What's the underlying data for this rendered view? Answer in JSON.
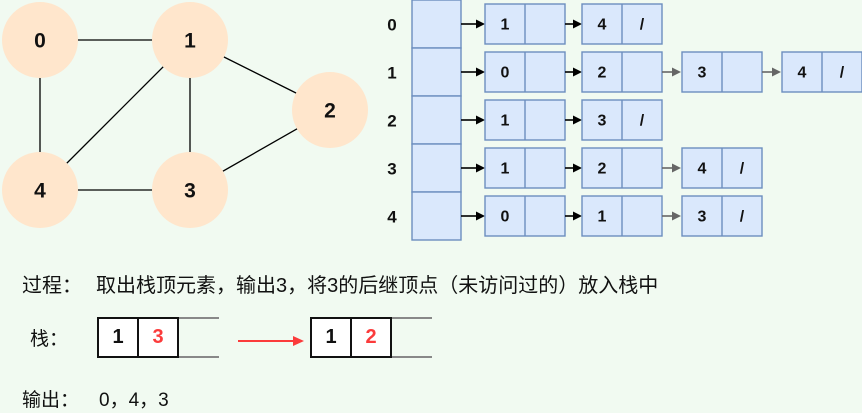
{
  "colors": {
    "background": "#f1faf1",
    "graph_node_fill": "#ffe6cc",
    "list_cell_fill": "#dae8fc",
    "list_cell_border": "#6c8ebf",
    "highlight_red": "#fb3b3b",
    "gray_arrow": "#666666",
    "stack_rail_gray": "#888888"
  },
  "graph": {
    "nodes": [
      {
        "label": "0"
      },
      {
        "label": "1"
      },
      {
        "label": "2"
      },
      {
        "label": "3"
      },
      {
        "label": "4"
      }
    ],
    "edges": [
      "0-1",
      "0-4",
      "1-2",
      "1-3",
      "1-4",
      "2-3",
      "3-4"
    ]
  },
  "adjacency_list": {
    "rows": [
      {
        "label": "0",
        "nodes": [
          {
            "value": "1",
            "next": ""
          },
          {
            "value": "4",
            "next": "/"
          }
        ]
      },
      {
        "label": "1",
        "nodes": [
          {
            "value": "0",
            "next": ""
          },
          {
            "value": "2",
            "next": ""
          },
          {
            "value": "3",
            "next": ""
          },
          {
            "value": "4",
            "next": "/"
          }
        ]
      },
      {
        "label": "2",
        "nodes": [
          {
            "value": "1",
            "next": ""
          },
          {
            "value": "3",
            "next": "/"
          }
        ]
      },
      {
        "label": "3",
        "nodes": [
          {
            "value": "1",
            "next": ""
          },
          {
            "value": "2",
            "next": ""
          },
          {
            "value": "4",
            "next": "/"
          }
        ]
      },
      {
        "label": "4",
        "nodes": [
          {
            "value": "0",
            "next": ""
          },
          {
            "value": "1",
            "next": ""
          },
          {
            "value": "3",
            "next": "/"
          }
        ]
      }
    ]
  },
  "process": {
    "label": "过程：",
    "text": "取出栈顶元素，输出3，将3的后继顶点（未访问过的）放入栈中"
  },
  "stack": {
    "label": "栈：",
    "before": {
      "cells": [
        "1",
        "3"
      ]
    },
    "after": {
      "cells": [
        "1",
        "2"
      ]
    }
  },
  "output": {
    "label": "输出：",
    "value": "0，4，3"
  }
}
